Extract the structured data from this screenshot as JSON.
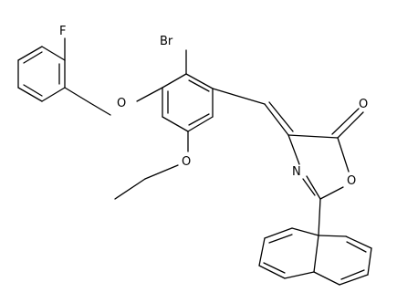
{
  "structure": {
    "atom_labels": {
      "fluorine": "F",
      "bromine": "Br",
      "ether_oxygen_benzyl": "O",
      "ether_oxygen_ethoxy": "O",
      "ring_oxygen": "O",
      "carbonyl_oxygen": "O",
      "ring_nitrogen": "N"
    }
  }
}
